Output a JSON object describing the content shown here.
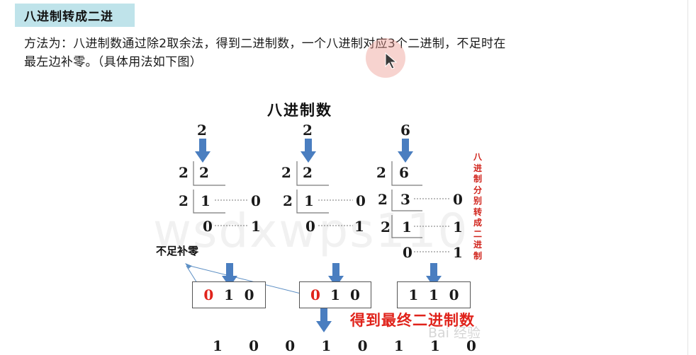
{
  "heading": "八进制转成二进",
  "body": {
    "line1": "方法为：八进制数通过除2取余法，得到二进制数，一个八进制对应3个二进制，不足时在",
    "line2": "最左边补零。（具体用法如下图）"
  },
  "diagram": {
    "title": "八进制数",
    "side_note": [
      "八",
      "进",
      "制",
      "分",
      "别",
      "转",
      "成",
      "二",
      "进",
      "制"
    ],
    "no_pad_label": "不足补零",
    "result_caption": "得到最终二进制数",
    "columns": [
      {
        "octal_digit": "2",
        "divisions": [
          {
            "divisor": "2",
            "quotient": "2"
          },
          {
            "divisor": "2",
            "quotient": "1",
            "remainder": "0"
          },
          {
            "quotient": "0",
            "remainder": "1"
          }
        ],
        "bits": [
          "0",
          "1",
          "0"
        ],
        "padded_bit": 0
      },
      {
        "octal_digit": "2",
        "divisions": [
          {
            "divisor": "2",
            "quotient": "2"
          },
          {
            "divisor": "2",
            "quotient": "1",
            "remainder": "0"
          },
          {
            "quotient": "0",
            "remainder": "1"
          }
        ],
        "bits": [
          "0",
          "1",
          "0"
        ],
        "padded_bit": 0
      },
      {
        "octal_digit": "6",
        "divisions": [
          {
            "divisor": "2",
            "quotient": "6"
          },
          {
            "divisor": "2",
            "quotient": "3",
            "remainder": "0"
          },
          {
            "divisor": "2",
            "quotient": "1",
            "remainder": "1"
          },
          {
            "quotient": "0",
            "remainder": "1"
          }
        ],
        "bits": [
          "1",
          "1",
          "0"
        ],
        "padded_bit": null
      }
    ],
    "final_bits": [
      "1",
      "0",
      "0",
      "1",
      "0",
      "1",
      "1",
      "0"
    ]
  },
  "watermark": "wsdxwps110",
  "watermark_logo": "Bai 经验",
  "colors": {
    "heading_bg": "#bfe3ea",
    "arrow": "#4a7ec0",
    "accent_red": "#e0231b",
    "cursor_halo": "#ec968c"
  }
}
